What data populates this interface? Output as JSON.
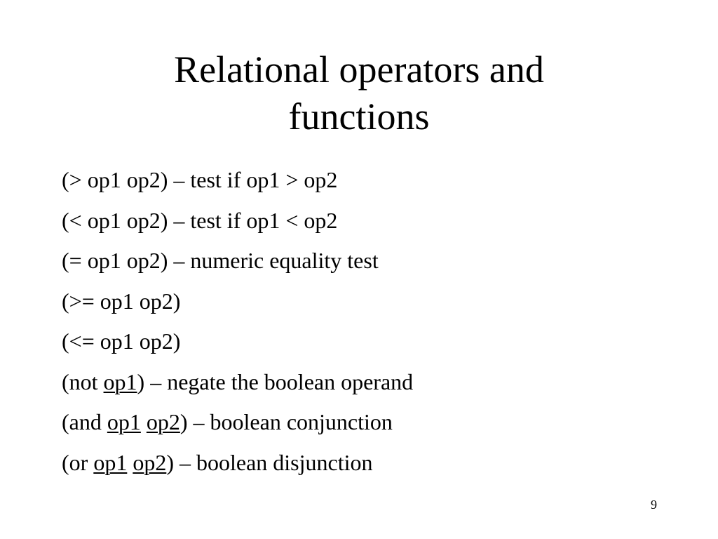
{
  "slide": {
    "title_line1": "Relational operators and",
    "title_line2": "functions",
    "lines": [
      {
        "text": "(> op1 op2) – test if op1 > op2"
      },
      {
        "text": "(< op1 op2) – test if op1 < op2"
      },
      {
        "text": "(= op1 op2) – numeric equality test"
      },
      {
        "text": "(>= op1 op2)"
      },
      {
        "text": "(<= op1 op2)"
      },
      {
        "pre": "(not ",
        "u1": "op1",
        "post": ") – negate the boolean operand"
      },
      {
        "pre": "(and ",
        "u1": "op1",
        "sep": " ",
        "u2": "op2",
        "post": ") – boolean conjunction"
      },
      {
        "pre": "(or ",
        "u1": "op1",
        "sep": " ",
        "u2": "op2",
        "post": ") – boolean disjunction"
      }
    ],
    "page_number": "9"
  }
}
